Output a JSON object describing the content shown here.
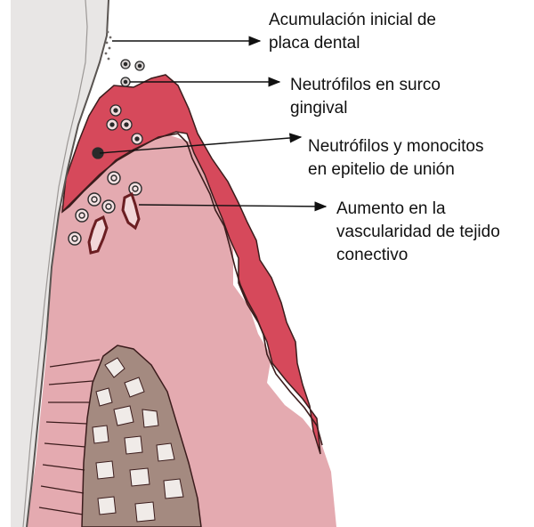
{
  "labels": [
    {
      "id": "plaque",
      "lines": [
        "Acumulación inicial de",
        "placa dental"
      ]
    },
    {
      "id": "sulcus",
      "lines": [
        "Neutrófilos en surco",
        "gingival"
      ]
    },
    {
      "id": "junctional",
      "lines": [
        "Neutrófilos y monocitos",
        "en epitelio de unión"
      ]
    },
    {
      "id": "vascular",
      "lines": [
        "Aumento en la",
        "vascularidad de tejido",
        "conectivo"
      ]
    }
  ],
  "colors": {
    "tooth": "#e9e7e6",
    "tooth_edge": "#8a8684",
    "epithelium": "#d9495a",
    "connective": "#e2a4aa",
    "connective_light": "#ecc3c6",
    "bone": "#a48a80",
    "bone_cavity": "#f1ecea",
    "ligament": "#d58f96",
    "outline": "#3b1c1c",
    "arrow": "#111111"
  }
}
